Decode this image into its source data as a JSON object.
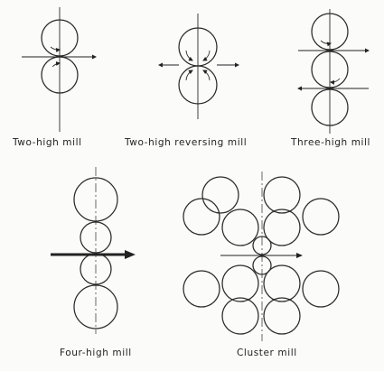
{
  "labels": {
    "two_high": "Two-high mill",
    "two_high_reversing": "Two-high reversing mill",
    "three_high": "Three-high mill",
    "four_high": "Four-high mill",
    "cluster": "Cluster mill"
  }
}
